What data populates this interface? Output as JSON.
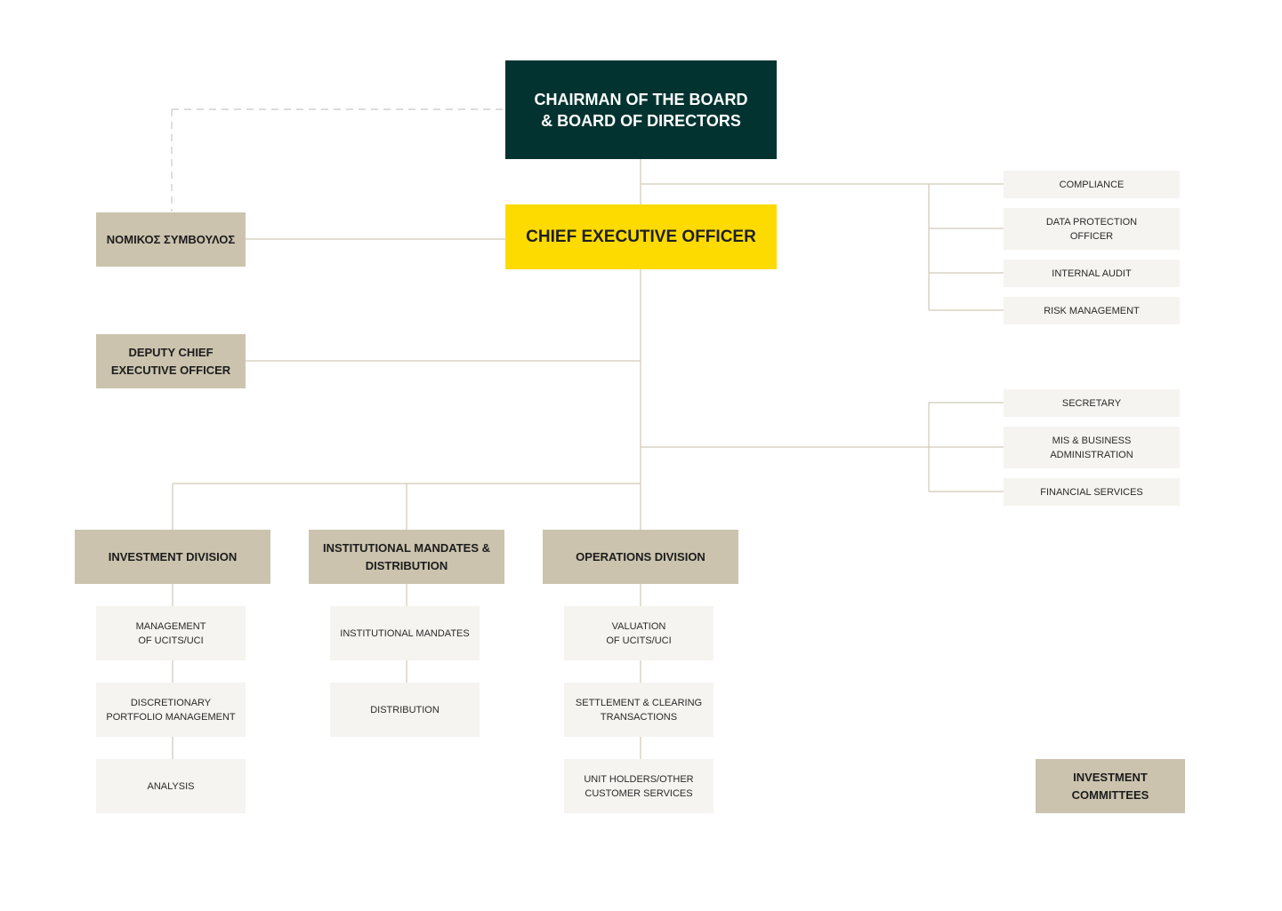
{
  "board": "CHAIRMAN OF THE BOARD\n& BOARD OF DIRECTORS",
  "ceo": "CHIEF EXECUTIVE OFFICER",
  "legal_advisor": "ΝΟΜΙΚΟΣ ΣΥΜΒΟΥΛΟΣ",
  "deputy_ceo": "DEPUTY CHIEF\nEXECUTIVE OFFICER",
  "control_functions": [
    "COMPLIANCE",
    "DATA PROTECTION\nOFFICER",
    "INTERNAL AUDIT",
    "RISK MANAGEMENT"
  ],
  "support_functions": [
    "SECRETARY",
    "MIS & BUSINESS\nADMINISTRATION",
    "FINANCIAL SERVICES"
  ],
  "divisions": [
    {
      "title": "INVESTMENT DIVISION",
      "units": [
        "MANAGEMENT\nOF UCITS/UCI",
        "DISCRETIONARY\nPORTFOLIO MANAGEMENT",
        "ANALYSIS"
      ]
    },
    {
      "title": "INSTITUTIONAL MANDATES &\nDISTRIBUTION",
      "units": [
        "INSTITUTIONAL MANDATES",
        "DISTRIBUTION"
      ]
    },
    {
      "title": "OPERATIONS DIVISION",
      "units": [
        "VALUATION\nOF UCITS/UCI",
        "SETTLEMENT & CLEARING\nTRANSACTIONS",
        "UNIT HOLDERS/OTHER\nCUSTOMER SERVICES"
      ]
    }
  ],
  "investment_committees": "INVESTMENT\nCOMMITTEES",
  "colors": {
    "board": "#023330",
    "ceo": "#fedb00",
    "beige": "#cbc3ae",
    "light": "#f5f4f0",
    "line": "#cfc9b8"
  }
}
